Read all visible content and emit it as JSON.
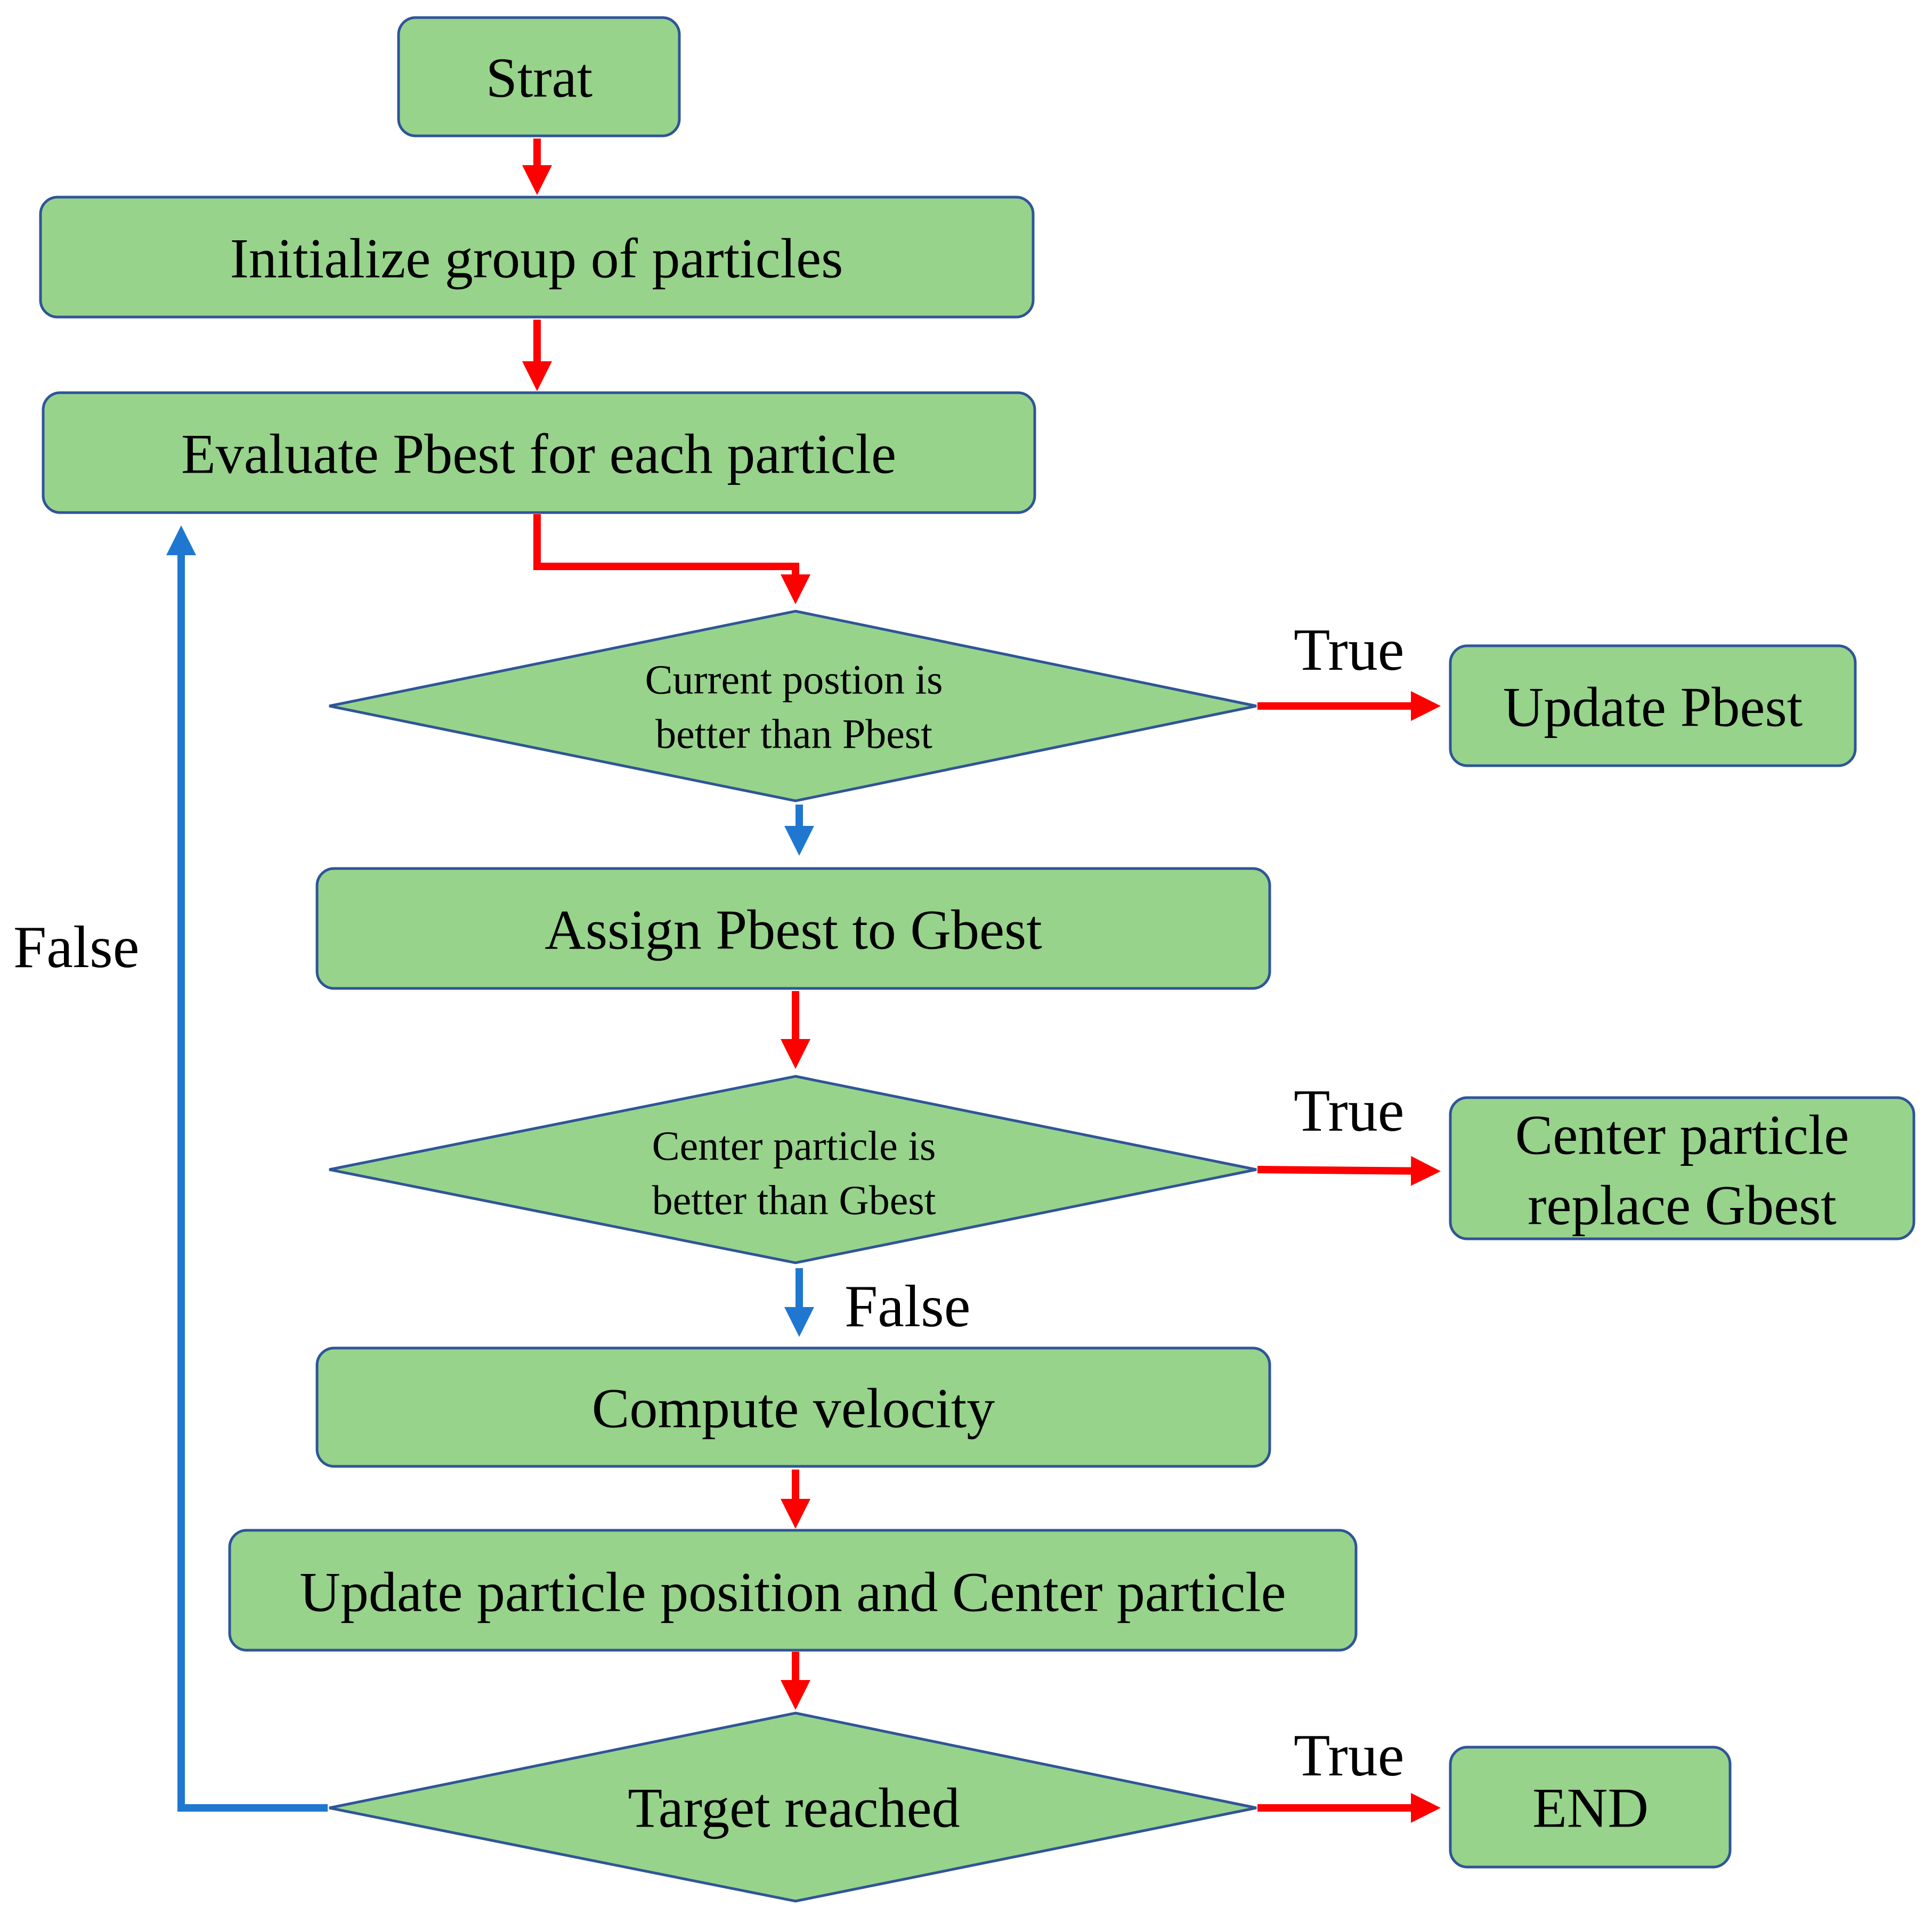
{
  "colors": {
    "node_fill": "#97d38b",
    "node_border": "#2f5597",
    "main_flow_arrow": "#ff0000",
    "false_branch_arrow": "#1f77d0"
  },
  "nodes": {
    "start": "Strat",
    "initialize": "Initialize group of particles",
    "evaluate": "Evaluate Pbest for each particle",
    "decision_position": [
      "Current postion is",
      "better than Pbest"
    ],
    "update_pbest": "Update Pbest",
    "assign": "Assign Pbest to Gbest",
    "decision_center": [
      "Center particle is",
      "better than Gbest"
    ],
    "center_replace": [
      "Center particle",
      "replace Gbest"
    ],
    "compute_velocity": "Compute velocity",
    "update_position": "Update particle position and Center particle",
    "decision_target": "Target reached",
    "end": "END"
  },
  "edge_labels": {
    "true_position": "True",
    "true_center": "True",
    "false_center": "False",
    "true_target": "True",
    "false_loop": "False"
  }
}
